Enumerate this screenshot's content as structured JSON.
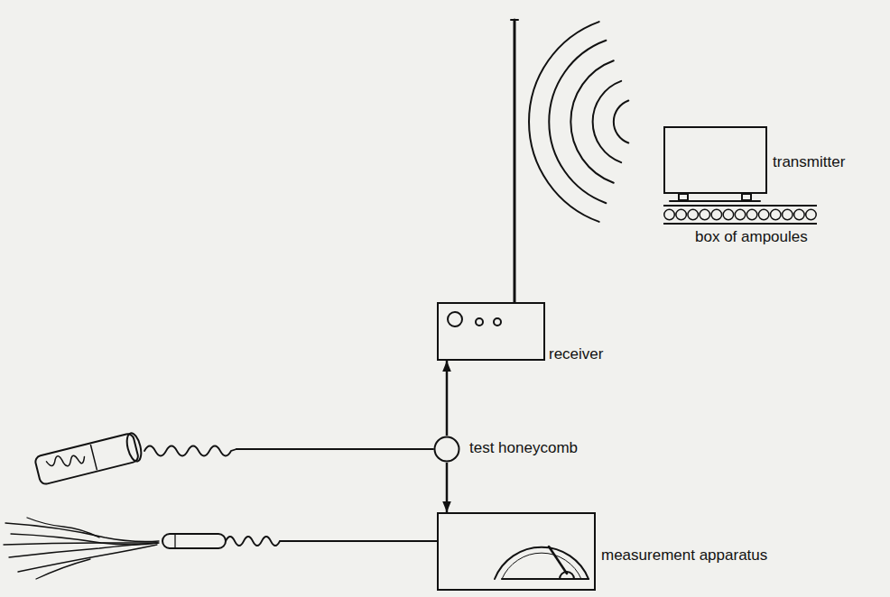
{
  "diagram": {
    "nodes": [
      {
        "text": [
          "transmitter"
        ]
      },
      {
        "text": [
          "box of ampoules"
        ]
      },
      {
        "text": [
          "receiver"
        ]
      },
      {
        "text": [
          "test honeycomb"
        ]
      },
      {
        "text": [
          "measurement apparatus"
        ]
      }
    ],
    "edges": [
      {
        "from": 3,
        "to": 2,
        "arrow": "to"
      },
      {
        "from": 3,
        "to": 4,
        "arrow": "to"
      }
    ]
  }
}
